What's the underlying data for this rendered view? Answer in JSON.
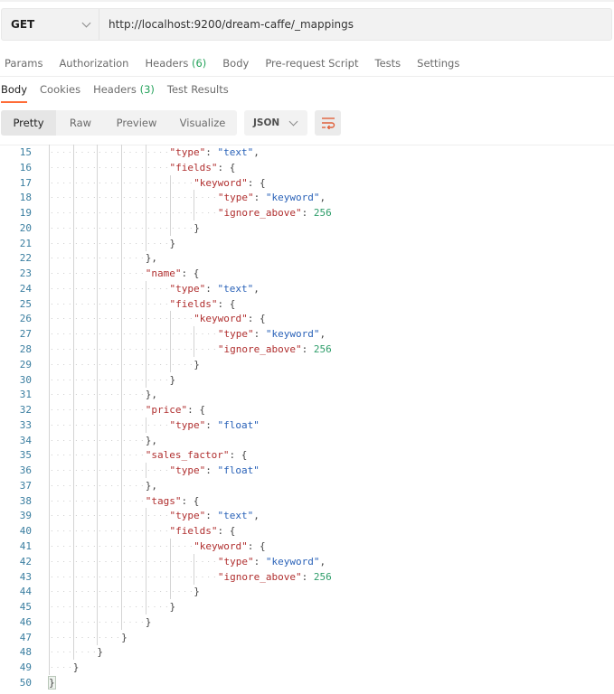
{
  "request": {
    "method": "GET",
    "url": "http://localhost:9200/dream-caffe/_mappings"
  },
  "request_tabs": [
    {
      "label": "Params",
      "count": ""
    },
    {
      "label": "Authorization",
      "count": ""
    },
    {
      "label": "Headers",
      "count": "(6)"
    },
    {
      "label": "Body",
      "count": ""
    },
    {
      "label": "Pre-request Script",
      "count": ""
    },
    {
      "label": "Tests",
      "count": ""
    },
    {
      "label": "Settings",
      "count": ""
    }
  ],
  "response_tabs": [
    {
      "label": "Body",
      "count": "",
      "active": true
    },
    {
      "label": "Cookies",
      "count": ""
    },
    {
      "label": "Headers",
      "count": "(3)"
    },
    {
      "label": "Test Results",
      "count": ""
    }
  ],
  "view_modes": [
    "Pretty",
    "Raw",
    "Preview",
    "Visualize"
  ],
  "active_view": "Pretty",
  "language": "JSON",
  "icons": {
    "method_dropdown": "chevron-down-icon",
    "language_dropdown": "chevron-down-icon",
    "wrap": "wrap-lines-icon"
  },
  "colors": {
    "accent": "#ff6c37",
    "count": "#26a35c",
    "key": "#b02f2f",
    "string": "#2a62b8",
    "number": "#2e9d6a",
    "line_number": "#3a7ea0"
  },
  "code_lines": [
    {
      "n": "15",
      "indent": 5,
      "tokens": [
        [
          "k",
          "\"type\""
        ],
        [
          "p",
          ": "
        ],
        [
          "s",
          "\"text\""
        ],
        [
          "p",
          ","
        ]
      ]
    },
    {
      "n": "16",
      "indent": 5,
      "tokens": [
        [
          "k",
          "\"fields\""
        ],
        [
          "p",
          ": {"
        ]
      ]
    },
    {
      "n": "17",
      "indent": 6,
      "tokens": [
        [
          "k",
          "\"keyword\""
        ],
        [
          "p",
          ": {"
        ]
      ]
    },
    {
      "n": "18",
      "indent": 7,
      "tokens": [
        [
          "k",
          "\"type\""
        ],
        [
          "p",
          ": "
        ],
        [
          "s",
          "\"keyword\""
        ],
        [
          "p",
          ","
        ]
      ]
    },
    {
      "n": "19",
      "indent": 7,
      "tokens": [
        [
          "k",
          "\"ignore_above\""
        ],
        [
          "p",
          ": "
        ],
        [
          "n",
          "256"
        ]
      ]
    },
    {
      "n": "20",
      "indent": 6,
      "tokens": [
        [
          "p",
          "}"
        ]
      ]
    },
    {
      "n": "21",
      "indent": 5,
      "tokens": [
        [
          "p",
          "}"
        ]
      ]
    },
    {
      "n": "22",
      "indent": 4,
      "tokens": [
        [
          "p",
          "},"
        ]
      ]
    },
    {
      "n": "23",
      "indent": 4,
      "tokens": [
        [
          "k",
          "\"name\""
        ],
        [
          "p",
          ": {"
        ]
      ]
    },
    {
      "n": "24",
      "indent": 5,
      "tokens": [
        [
          "k",
          "\"type\""
        ],
        [
          "p",
          ": "
        ],
        [
          "s",
          "\"text\""
        ],
        [
          "p",
          ","
        ]
      ]
    },
    {
      "n": "25",
      "indent": 5,
      "tokens": [
        [
          "k",
          "\"fields\""
        ],
        [
          "p",
          ": {"
        ]
      ]
    },
    {
      "n": "26",
      "indent": 6,
      "tokens": [
        [
          "k",
          "\"keyword\""
        ],
        [
          "p",
          ": {"
        ]
      ]
    },
    {
      "n": "27",
      "indent": 7,
      "tokens": [
        [
          "k",
          "\"type\""
        ],
        [
          "p",
          ": "
        ],
        [
          "s",
          "\"keyword\""
        ],
        [
          "p",
          ","
        ]
      ]
    },
    {
      "n": "28",
      "indent": 7,
      "tokens": [
        [
          "k",
          "\"ignore_above\""
        ],
        [
          "p",
          ": "
        ],
        [
          "n",
          "256"
        ]
      ]
    },
    {
      "n": "29",
      "indent": 6,
      "tokens": [
        [
          "p",
          "}"
        ]
      ]
    },
    {
      "n": "30",
      "indent": 5,
      "tokens": [
        [
          "p",
          "}"
        ]
      ]
    },
    {
      "n": "31",
      "indent": 4,
      "tokens": [
        [
          "p",
          "},"
        ]
      ]
    },
    {
      "n": "32",
      "indent": 4,
      "tokens": [
        [
          "k",
          "\"price\""
        ],
        [
          "p",
          ": {"
        ]
      ]
    },
    {
      "n": "33",
      "indent": 5,
      "tokens": [
        [
          "k",
          "\"type\""
        ],
        [
          "p",
          ": "
        ],
        [
          "s",
          "\"float\""
        ]
      ]
    },
    {
      "n": "34",
      "indent": 4,
      "tokens": [
        [
          "p",
          "},"
        ]
      ]
    },
    {
      "n": "35",
      "indent": 4,
      "tokens": [
        [
          "k",
          "\"sales_factor\""
        ],
        [
          "p",
          ": {"
        ]
      ]
    },
    {
      "n": "36",
      "indent": 5,
      "tokens": [
        [
          "k",
          "\"type\""
        ],
        [
          "p",
          ": "
        ],
        [
          "s",
          "\"float\""
        ]
      ]
    },
    {
      "n": "37",
      "indent": 4,
      "tokens": [
        [
          "p",
          "},"
        ]
      ]
    },
    {
      "n": "38",
      "indent": 4,
      "tokens": [
        [
          "k",
          "\"tags\""
        ],
        [
          "p",
          ": {"
        ]
      ]
    },
    {
      "n": "39",
      "indent": 5,
      "tokens": [
        [
          "k",
          "\"type\""
        ],
        [
          "p",
          ": "
        ],
        [
          "s",
          "\"text\""
        ],
        [
          "p",
          ","
        ]
      ]
    },
    {
      "n": "40",
      "indent": 5,
      "tokens": [
        [
          "k",
          "\"fields\""
        ],
        [
          "p",
          ": {"
        ]
      ]
    },
    {
      "n": "41",
      "indent": 6,
      "tokens": [
        [
          "k",
          "\"keyword\""
        ],
        [
          "p",
          ": {"
        ]
      ]
    },
    {
      "n": "42",
      "indent": 7,
      "tokens": [
        [
          "k",
          "\"type\""
        ],
        [
          "p",
          ": "
        ],
        [
          "s",
          "\"keyword\""
        ],
        [
          "p",
          ","
        ]
      ]
    },
    {
      "n": "43",
      "indent": 7,
      "tokens": [
        [
          "k",
          "\"ignore_above\""
        ],
        [
          "p",
          ": "
        ],
        [
          "n",
          "256"
        ]
      ]
    },
    {
      "n": "44",
      "indent": 6,
      "tokens": [
        [
          "p",
          "}"
        ]
      ]
    },
    {
      "n": "45",
      "indent": 5,
      "tokens": [
        [
          "p",
          "}"
        ]
      ]
    },
    {
      "n": "46",
      "indent": 4,
      "tokens": [
        [
          "p",
          "}"
        ]
      ]
    },
    {
      "n": "47",
      "indent": 3,
      "tokens": [
        [
          "p",
          "}"
        ]
      ]
    },
    {
      "n": "48",
      "indent": 2,
      "tokens": [
        [
          "p",
          "}"
        ]
      ]
    },
    {
      "n": "49",
      "indent": 1,
      "tokens": [
        [
          "p",
          "}"
        ]
      ]
    },
    {
      "n": "50",
      "indent": 0,
      "tokens": [
        [
          "p",
          "}"
        ]
      ]
    }
  ]
}
